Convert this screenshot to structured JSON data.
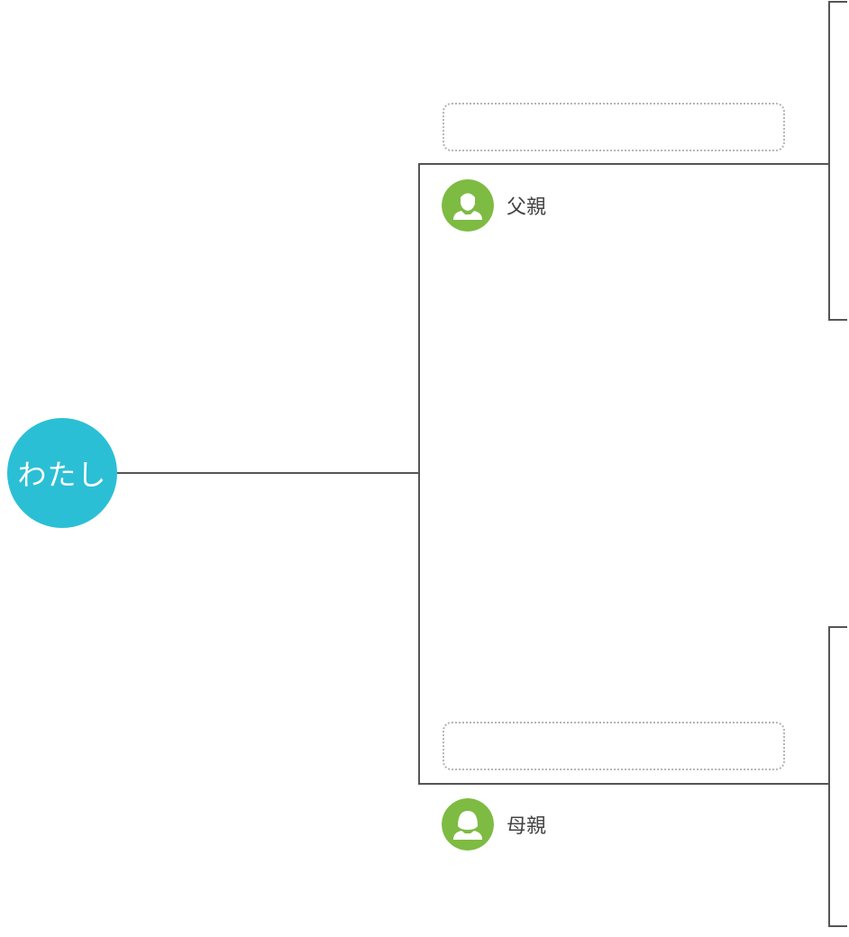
{
  "me": {
    "label": "わたし"
  },
  "parents": [
    {
      "role": "father",
      "label": "父親",
      "avatar_icon": "male-person-icon"
    },
    {
      "role": "mother",
      "label": "母親",
      "avatar_icon": "female-person-icon"
    }
  ],
  "colors": {
    "me_node": "#2bbfd5",
    "avatar": "#7ebb43",
    "line": "#555555",
    "dotted_border": "#b5b5b5",
    "label_text": "#444444"
  }
}
